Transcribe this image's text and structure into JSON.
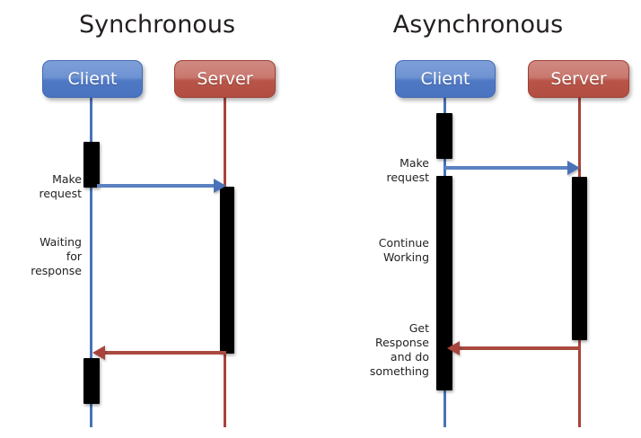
{
  "diagram": {
    "type": "sequence-diagram",
    "background": "#ffffff",
    "colors": {
      "client": "#4a72b8",
      "server": "#a8443c",
      "activation": "#000000",
      "request_arrow": "#5b81c0",
      "response_arrow": "#a8443c",
      "text": "#231f20",
      "actor_label": "#ffffff"
    },
    "panels": [
      {
        "id": "synchronous",
        "title": "Synchronous",
        "actors": [
          {
            "id": "client",
            "label": "Client",
            "role": "caller"
          },
          {
            "id": "server",
            "label": "Server",
            "role": "callee"
          }
        ],
        "notes": [
          {
            "id": "make-request",
            "text": "Make\nrequest"
          },
          {
            "id": "waiting",
            "text": "Waiting\nfor\nresponse"
          }
        ],
        "messages": [
          {
            "id": "request",
            "direction": "client-to-server",
            "kind": "request"
          },
          {
            "id": "response",
            "direction": "server-to-client",
            "kind": "response"
          }
        ],
        "activations": [
          {
            "id": "client-activation-1",
            "actor": "client"
          },
          {
            "id": "server-activation",
            "actor": "server"
          },
          {
            "id": "client-activation-2",
            "actor": "client"
          }
        ]
      },
      {
        "id": "asynchronous",
        "title": "Asynchronous",
        "actors": [
          {
            "id": "client",
            "label": "Client",
            "role": "caller"
          },
          {
            "id": "server",
            "label": "Server",
            "role": "callee"
          }
        ],
        "notes": [
          {
            "id": "make-request",
            "text": "Make\nrequest"
          },
          {
            "id": "continue-working",
            "text": "Continue\nWorking"
          },
          {
            "id": "get-response",
            "text": "Get\nResponse\nand do\nsomething"
          }
        ],
        "messages": [
          {
            "id": "request",
            "direction": "client-to-server",
            "kind": "request"
          },
          {
            "id": "response",
            "direction": "server-to-client",
            "kind": "response"
          }
        ],
        "activations": [
          {
            "id": "client-activation-1",
            "actor": "client"
          },
          {
            "id": "client-activation-2",
            "actor": "client"
          },
          {
            "id": "server-activation",
            "actor": "server"
          }
        ]
      }
    ]
  }
}
